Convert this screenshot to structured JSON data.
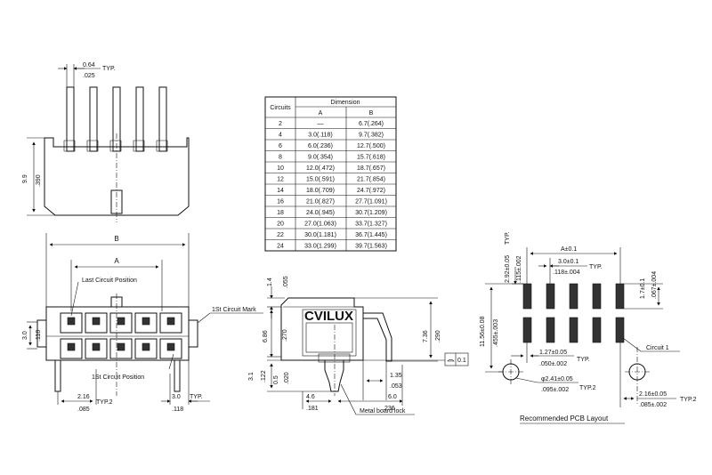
{
  "top_view": {
    "pitch": "0.64",
    "pitch_in": ".025",
    "typ": "TYP.",
    "height": "9.9",
    "height_in": ".390"
  },
  "table": {
    "col_circuits": "Circuits",
    "col_dimension": "Dimension",
    "col_a": "A",
    "col_b": "B",
    "rows": [
      {
        "c": "2",
        "a": "—",
        "b": "6.7(.264)"
      },
      {
        "c": "4",
        "a": "3.0(.118)",
        "b": "9.7(.382)"
      },
      {
        "c": "6",
        "a": "6.0(.236)",
        "b": "12.7(.500)"
      },
      {
        "c": "8",
        "a": "9.0(.354)",
        "b": "15.7(.618)"
      },
      {
        "c": "10",
        "a": "12.0(.472)",
        "b": "18.7(.657)"
      },
      {
        "c": "12",
        "a": "15.0(.591)",
        "b": "21.7(.854)"
      },
      {
        "c": "14",
        "a": "18.0(.709)",
        "b": "24.7(.972)"
      },
      {
        "c": "16",
        "a": "21.0(.827)",
        "b": "27.7(1.091)"
      },
      {
        "c": "18",
        "a": "24.0(.945)",
        "b": "30.7(1.209)"
      },
      {
        "c": "20",
        "a": "27.0(1.063)",
        "b": "33.7(1.327)"
      },
      {
        "c": "22",
        "a": "30.0(1.181)",
        "b": "36.7(1.445)"
      },
      {
        "c": "24",
        "a": "33.0(1.299)",
        "b": "39.7(1.563)"
      }
    ]
  },
  "front_view": {
    "b": "B",
    "a": "A",
    "last_circuit": "Last Circuit Position",
    "first_circuit": "1St Circuit Position",
    "first_mark": "1St Circuit Mark",
    "h3": "3.0",
    "h3_in": ".118",
    "d216": "2.16",
    "d216_in": ".085",
    "typ2": "TYP.2",
    "d30": "3.0",
    "d30_in": ".118",
    "typ": "TYP."
  },
  "side_view": {
    "brand": "CVILUX",
    "d14": "1.4",
    "d14_in": ".055",
    "d686": "6.86",
    "d686_in": ".270",
    "d736": "7.36",
    "d736_in": ".290",
    "d31": "3.1",
    "d31_in": ".122",
    "d05": "0.5",
    "d05_in": ".020",
    "d135": "1.35",
    "d135_in": ".053",
    "d46": "4.6",
    "d46_in": ".181",
    "d60": "6.0",
    "d60_in": ".236",
    "flatness": "0.1",
    "board_lock": "Metal board lock"
  },
  "pcb_layout": {
    "a": "A±0.1",
    "pitch": "3.0±0.1",
    "pitch_in": ".118±.004",
    "typ": "TYP.",
    "typ2": "TYP.2",
    "d292": "2.92±0.05",
    "d292_in": ".115±.002",
    "d17": "1.7±0.1",
    "d17_in": ".067±.004",
    "d1156": "11.56±0.08",
    "d1156_in": ".455±.003",
    "d127": "1.27±0.05",
    "d127_in": ".050±.002",
    "hole": "φ2.41±0.05",
    "hole_in": ".095±.002",
    "d216": "2.16±0.05",
    "d216_in": ".085±.002",
    "circuit1": "Circuit 1",
    "caption": "Recommended PCB Layout"
  }
}
